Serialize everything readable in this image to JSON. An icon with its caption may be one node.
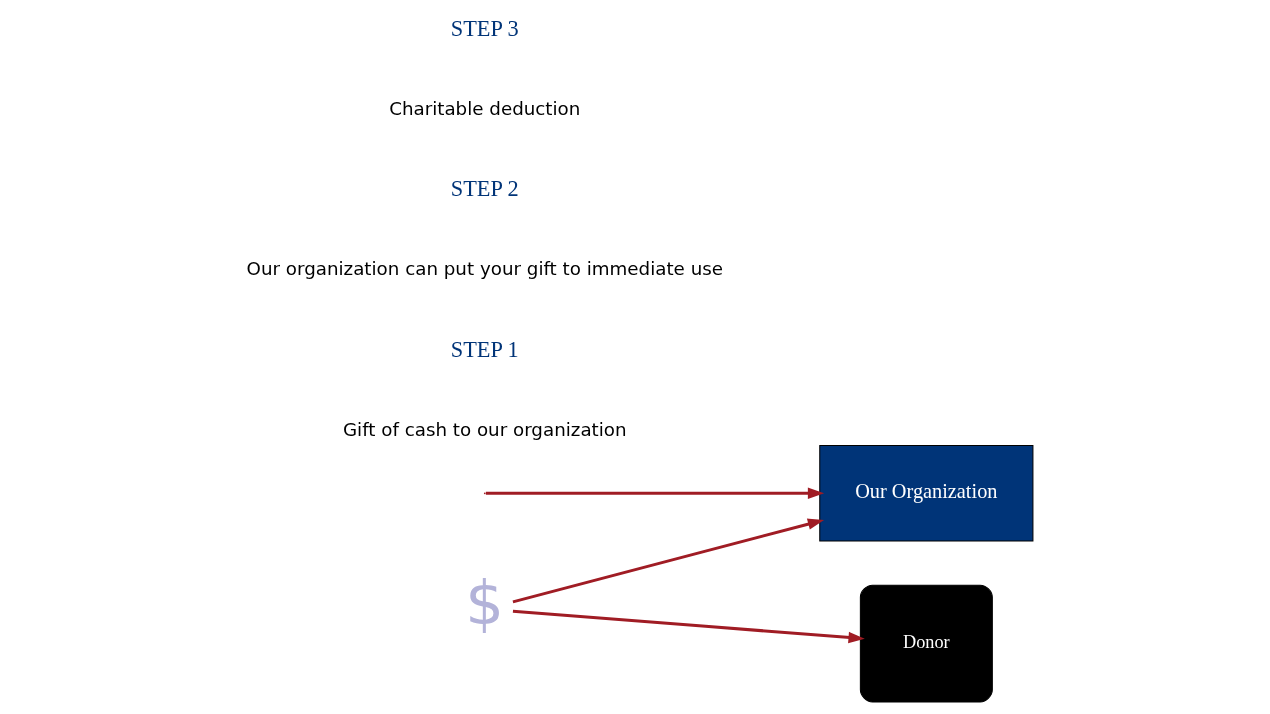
{
  "diagram": {
    "nodes": [
      {
        "text": [
          "$"
        ]
      },
      {
        "text": [
          "Our Organization"
        ]
      },
      {
        "text": [
          "Donor"
        ]
      }
    ],
    "edges": [
      {
        "from": 0,
        "to": 1,
        "arrow": "to"
      },
      {
        "from": 0,
        "to": 2,
        "arrow": "to"
      },
      {
        "from": null,
        "to": 1,
        "arrow": "to"
      }
    ],
    "labels": [
      "STEP 1",
      "Gift of cash to our organization",
      "STEP 2",
      "Our organization can put your gift to immediate use",
      "STEP 3",
      "Charitable deduction"
    ]
  }
}
